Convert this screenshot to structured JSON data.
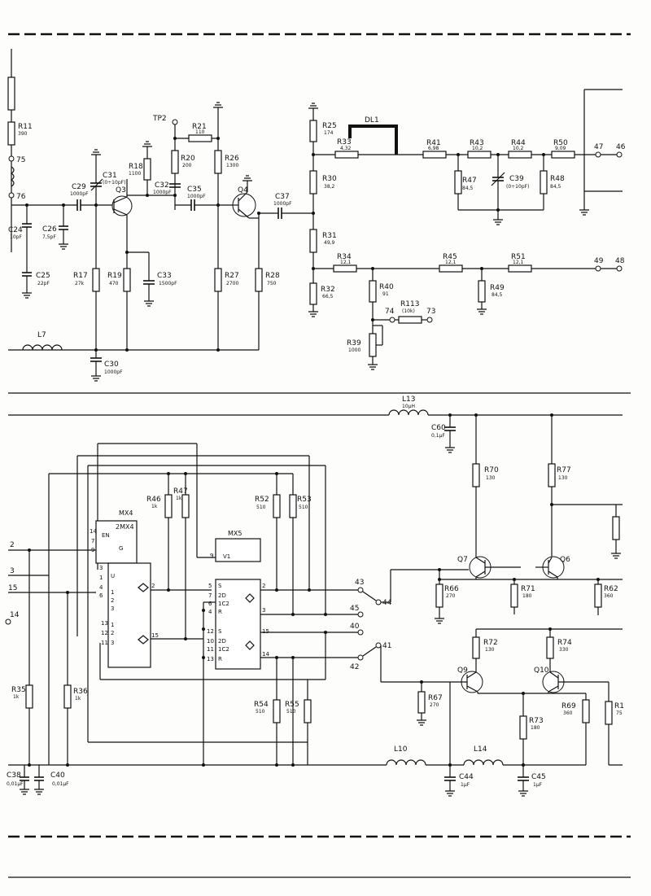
{
  "components": {
    "r11": {
      "name": "R11",
      "value": "390"
    },
    "c24": {
      "name": "C24",
      "value": "10pF"
    },
    "c25": {
      "name": "C25",
      "value": "22pF"
    },
    "c26": {
      "name": "C26",
      "value": "7,5pF"
    },
    "c29": {
      "name": "C29",
      "value": "1000pF"
    },
    "c31": {
      "name": "C31",
      "value": "(0÷10pF)"
    },
    "q3": {
      "name": "Q3"
    },
    "r18": {
      "name": "R18",
      "value": "1100"
    },
    "tp2": {
      "name": "TP2"
    },
    "r21": {
      "name": "R21",
      "value": "110"
    },
    "r20": {
      "name": "R20",
      "value": "200"
    },
    "c32": {
      "name": "C32",
      "value": "1000pF"
    },
    "c35": {
      "name": "C35",
      "value": "1000pF"
    },
    "r26": {
      "name": "R26",
      "value": "1300"
    },
    "q4": {
      "name": "Q4"
    },
    "c37": {
      "name": "C37",
      "value": "1000pF"
    },
    "r17": {
      "name": "R17",
      "value": "27k"
    },
    "r19": {
      "name": "R19",
      "value": "470"
    },
    "c33": {
      "name": "C33",
      "value": "1500pF"
    },
    "r27": {
      "name": "R27",
      "value": "2700"
    },
    "r28": {
      "name": "R28",
      "value": "750"
    },
    "l7": {
      "name": "L7"
    },
    "c30": {
      "name": "C30",
      "value": "1000pF"
    },
    "r25": {
      "name": "R25",
      "value": "174"
    },
    "dl1": {
      "name": "DL1"
    },
    "r33": {
      "name": "R33",
      "value": "4,32"
    },
    "r30": {
      "name": "R30",
      "value": "38,2"
    },
    "r31": {
      "name": "R31",
      "value": "49,9"
    },
    "r32": {
      "name": "R32",
      "value": "66,5"
    },
    "r34": {
      "name": "R34",
      "value": "12,1"
    },
    "r40": {
      "name": "R40",
      "value": "91"
    },
    "r113": {
      "name": "R113",
      "value": "(10k)"
    },
    "r39": {
      "name": "R39",
      "value": "1000"
    },
    "r41": {
      "name": "R41",
      "value": "6,98"
    },
    "r43": {
      "name": "R43",
      "value": "10,2"
    },
    "r44": {
      "name": "R44",
      "value": "10,2"
    },
    "r50": {
      "name": "R50",
      "value": "9,09"
    },
    "r47": {
      "name": "R47",
      "value": "84,5"
    },
    "c39": {
      "name": "C39",
      "value": "(0÷10pF)"
    },
    "r48": {
      "name": "R48",
      "value": "84,5"
    },
    "r45": {
      "name": "R45",
      "value": "12,1"
    },
    "r49": {
      "name": "R49",
      "value": "84,5"
    },
    "r51": {
      "name": "R51",
      "value": "12,1"
    },
    "l13": {
      "name": "L13",
      "value": "10µH"
    },
    "c60": {
      "name": "C60",
      "value": "0,1µF"
    },
    "r70": {
      "name": "R70",
      "value": "130"
    },
    "r77": {
      "name": "R77",
      "value": "130"
    },
    "mx4": {
      "name": "MX4",
      "part": "2MX4"
    },
    "mx5": {
      "name": "MX5"
    },
    "r46": {
      "name": "R46",
      "value": "1k"
    },
    "r47b": {
      "name": "R47",
      "value": "1k"
    },
    "r52": {
      "name": "R52",
      "value": "510"
    },
    "r53": {
      "name": "R53",
      "value": "510"
    },
    "q7": {
      "name": "Q7"
    },
    "q6": {
      "name": "Q6"
    },
    "r66": {
      "name": "R66",
      "value": "270"
    },
    "r71": {
      "name": "R71",
      "value": "180"
    },
    "r62": {
      "name": "R62",
      "value": "360"
    },
    "r72": {
      "name": "R72",
      "value": "130"
    },
    "r74": {
      "name": "R74",
      "value": "330"
    },
    "q9": {
      "name": "Q9"
    },
    "q10": {
      "name": "Q10"
    },
    "r67": {
      "name": "R67",
      "value": "270"
    },
    "r73": {
      "name": "R73",
      "value": "180"
    },
    "r69": {
      "name": "R69",
      "value": "360"
    },
    "r1x": {
      "name": "R1",
      "value": "75"
    },
    "r35": {
      "name": "R35",
      "value": "1k"
    },
    "r36": {
      "name": "R36",
      "value": "1k"
    },
    "r54": {
      "name": "R54",
      "value": "510"
    },
    "r55": {
      "name": "R55",
      "value": "510"
    },
    "c38": {
      "name": "C38",
      "value": "0,01µF"
    },
    "c40": {
      "name": "C40",
      "value": "0,01µF"
    },
    "l10": {
      "name": "L10"
    },
    "l14": {
      "name": "L14"
    },
    "c44": {
      "name": "C44",
      "value": "1µF"
    },
    "c45": {
      "name": "C45",
      "value": "1µF"
    }
  },
  "nodes": {
    "n75": "75",
    "n76": "76",
    "n47": "47",
    "n46": "46",
    "n49": "49",
    "n48": "48",
    "n74": "74",
    "n73": "73",
    "n43": "43",
    "n44": "44",
    "n45": "45",
    "n40": "40",
    "n41": "41",
    "n42": "42",
    "n2": "2",
    "n3": "3",
    "n15": "15",
    "n14": "14"
  },
  "chip_text": {
    "mx4_en": "EN",
    "mx4_g": "G",
    "mx4_u": "U",
    "mx5_v1": "V1",
    "mx5_s": "S",
    "mx5_2d": "2D",
    "mx5_1c2": "1C2",
    "mx5_r": "R"
  },
  "pins": {
    "p14": "14",
    "p7": "7",
    "p9": "9",
    "p3": "3",
    "p1": "1",
    "p4": "4",
    "p2": "2",
    "p12": "12",
    "p5": "5",
    "p6": "6",
    "p13": "13",
    "p10": "10",
    "p11": "11",
    "p15": "15"
  }
}
